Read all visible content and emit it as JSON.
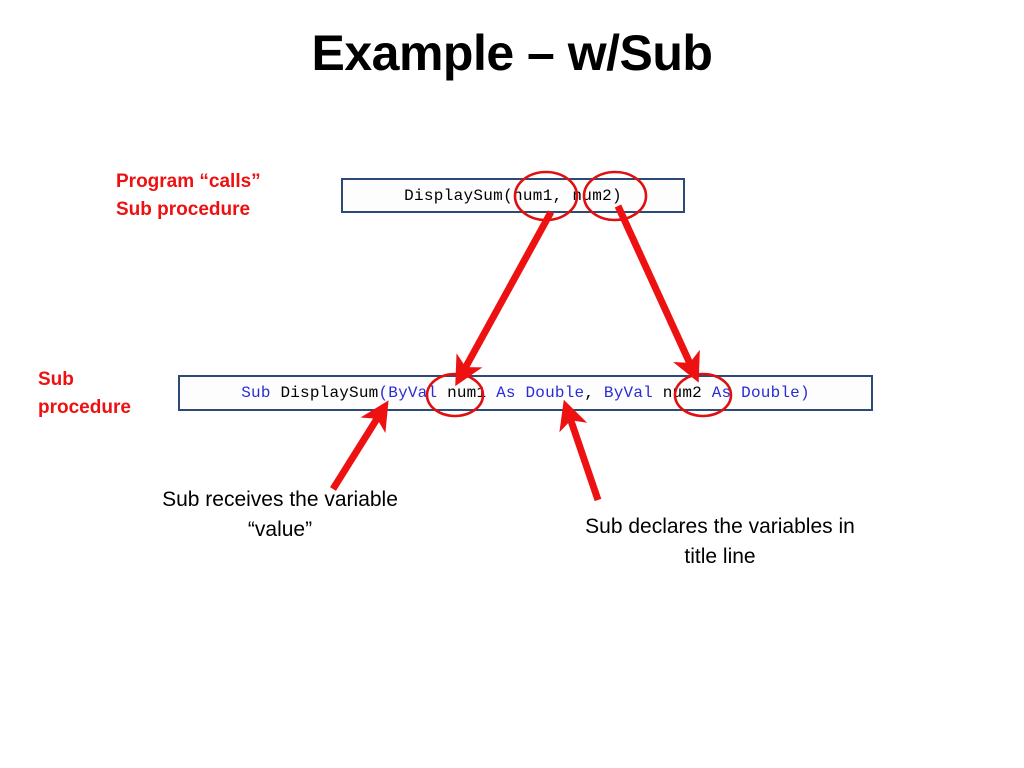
{
  "slide": {
    "title": "Example – w/Sub",
    "background_color": "#ffffff"
  },
  "annotations": {
    "accent_color": "#ee1111",
    "box_border_color": "#2c4a78",
    "keyword_color": "#2b2bd6",
    "labels": [
      {
        "id": "program-calls",
        "text": "Program “calls”\nSub procedure",
        "color": "#ee1111"
      },
      {
        "id": "sub-procedure",
        "text": "Sub\nprocedure",
        "color": "#ee1111"
      }
    ],
    "captions": [
      {
        "id": "caption-left",
        "text": "Sub receives the variable\n“value”"
      },
      {
        "id": "caption-right",
        "text": "Sub declares the variables in\ntitle line"
      }
    ],
    "circled_terms": [
      "num1",
      "num2",
      "num1",
      "num2"
    ]
  },
  "call_box": {
    "full_text": "DisplaySum(num1, num2)",
    "segments": {
      "name": "DisplaySum",
      "open_paren": "(",
      "arg1": "num1",
      "comma": ", ",
      "arg2": "num2",
      "close_paren": ")"
    }
  },
  "sub_box": {
    "full_text": "Sub DisplaySum(ByVal num1 As Double, ByVal num2 As Double)",
    "segments": {
      "kw_sub": "Sub ",
      "name": "DisplaySum",
      "open_paren": "(",
      "kw_byval_1": "ByVal ",
      "param1": "num1",
      "kw_as_double_1": " As Double",
      "comma": ", ",
      "kw_byval_2": "ByVal ",
      "param2": "num2",
      "kw_as_double_2": " As Double",
      "close_paren": ")"
    }
  }
}
